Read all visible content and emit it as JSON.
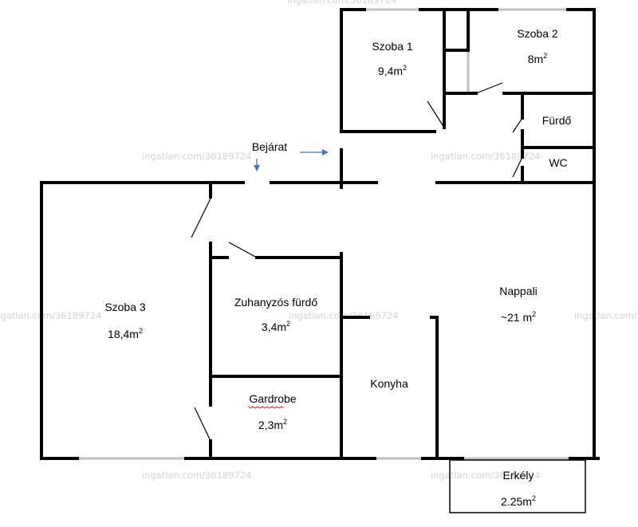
{
  "watermark": "ingatlan.com/36189724",
  "entrance": {
    "label": "Bejárat"
  },
  "rooms": {
    "szoba1": {
      "name": "Szoba 1",
      "area": "9,4m",
      "unit_sup": "2"
    },
    "szoba2": {
      "name": "Szoba 2",
      "area": "8m",
      "unit_sup": "2"
    },
    "furdo": {
      "name": "Fürdő"
    },
    "wc": {
      "name": "WC"
    },
    "szoba3": {
      "name": "Szoba 3",
      "area": "18,4m",
      "unit_sup": "2"
    },
    "zuhanyzos": {
      "name": "Zuhanyzós fürdő",
      "area": "3,4m",
      "unit_sup": "2"
    },
    "gardrobe": {
      "name": "Gardrobe",
      "area": "2,3m",
      "unit_sup": "2"
    },
    "konyha": {
      "name": "Konyha"
    },
    "nappali": {
      "name": "Nappali",
      "area": "~21 m",
      "unit_sup": "2"
    },
    "erkely": {
      "name": "Erkély",
      "area": "2.25m",
      "unit_sup": "2"
    }
  },
  "colors": {
    "wall": "#000000",
    "window": "#c0c0c0",
    "arrow": "#4472c4",
    "watermark": "#d4d4d4",
    "spellcheck": "#e02020"
  }
}
